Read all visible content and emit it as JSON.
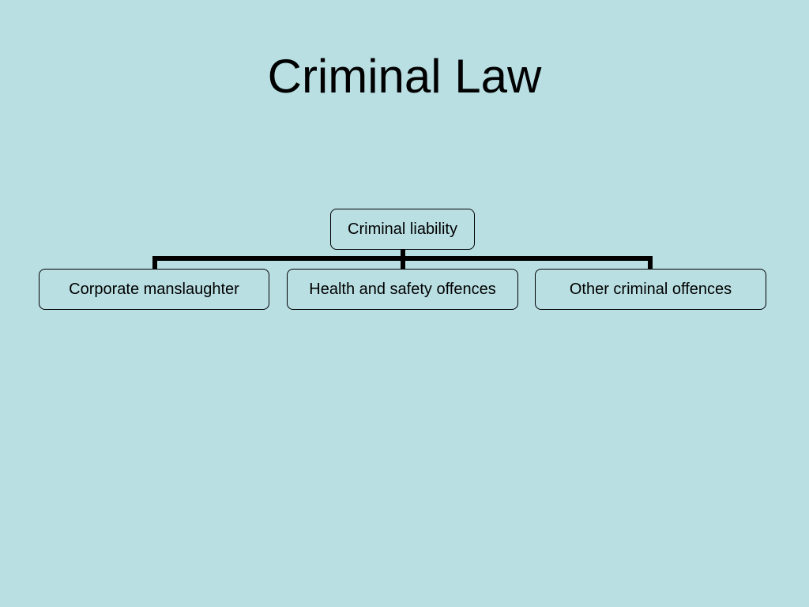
{
  "slide": {
    "title": "Criminal Law",
    "background_color": "#b9dfe3"
  },
  "diagram": {
    "root": {
      "label": "Criminal liability"
    },
    "children": [
      {
        "label": "Corporate manslaughter"
      },
      {
        "label": "Health and safety offences"
      },
      {
        "label": "Other criminal offences"
      }
    ],
    "line_color": "#000000",
    "box_border_color": "#000000"
  }
}
